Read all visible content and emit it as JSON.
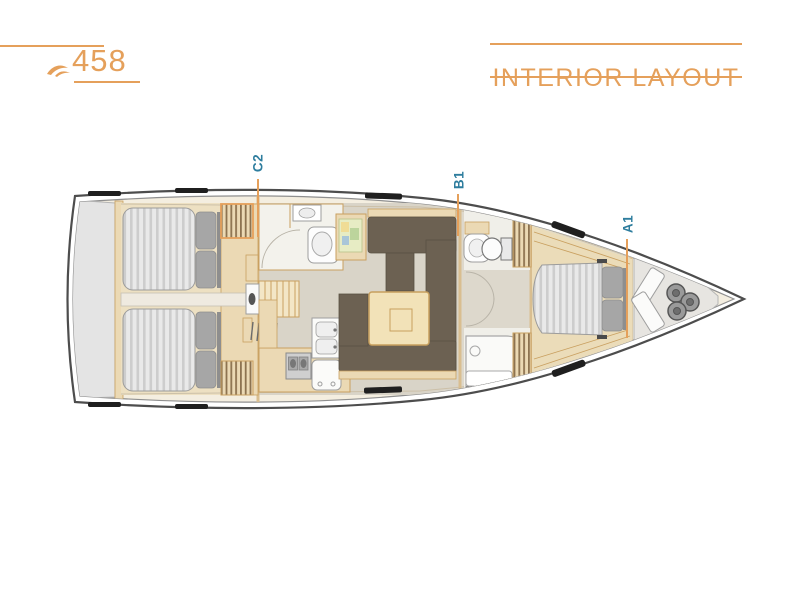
{
  "logo": {
    "model": "458",
    "icon": "brand-swoosh-icon"
  },
  "header": {
    "title": "INTERIOR LAYOUT"
  },
  "zone_labels": [
    {
      "id": "C2"
    },
    {
      "id": "B1"
    },
    {
      "id": "A1"
    }
  ],
  "colors": {
    "accent_orange": "#E5A05B",
    "zone_label_teal": "#2E7D9E",
    "hull_outline": "#4D4D4D",
    "deck_cream": "#F4EEE0",
    "wood_tan": "#EBD9B4",
    "wood_edge": "#C9A060",
    "settee_brown": "#6C6152",
    "mattress_gray": "#E9E9E9",
    "mattress_stripe": "#CDCDCD",
    "pillow_gray": "#A6A6A6",
    "window_black": "#1F1F1F",
    "platform_gray": "#E4E4E4"
  }
}
